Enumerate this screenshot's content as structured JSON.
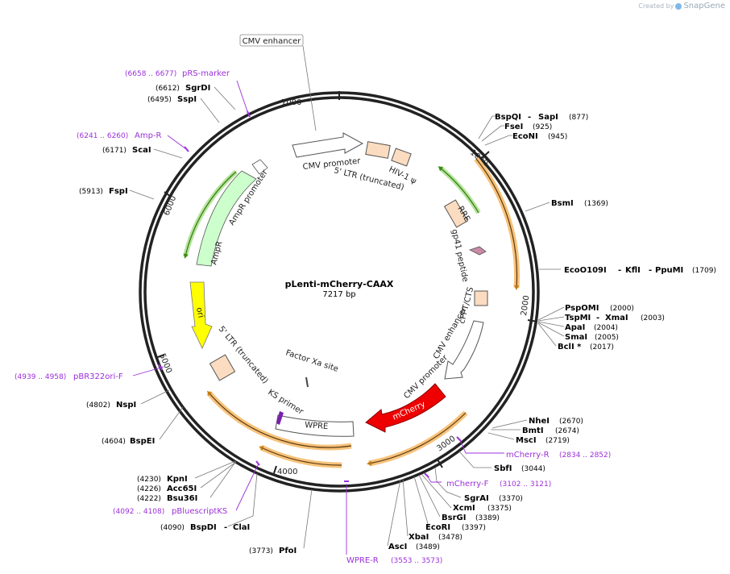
{
  "brand": {
    "prefix": "Created by",
    "name": "SnapGene"
  },
  "plasmid": {
    "name": "pLenti-mCherry-CAAX",
    "length_label": "7217 bp"
  },
  "ticks": [
    {
      "text": "1000"
    },
    {
      "text": "2000"
    },
    {
      "text": "3000"
    },
    {
      "text": "4000"
    },
    {
      "text": "5000"
    },
    {
      "text": "6000"
    },
    {
      "text": "7000"
    }
  ],
  "features": [
    {
      "text": "CMV promoter"
    },
    {
      "text": "5' LTR (truncated)"
    },
    {
      "text": "HIV-1 ψ"
    },
    {
      "text": "RRE"
    },
    {
      "text": "gp41 peptide"
    },
    {
      "text": "cPPT/CTS"
    },
    {
      "text": "CMV enhancer"
    },
    {
      "text": "CMV promoter"
    },
    {
      "text": "mCherry"
    },
    {
      "text": "WPRE"
    },
    {
      "text": "KS primer"
    },
    {
      "text": "Factor Xa site"
    },
    {
      "text": "5' LTR (truncated)"
    },
    {
      "text": "ori"
    },
    {
      "text": "AmpR"
    },
    {
      "text": "AmpR promoter"
    },
    {
      "text": "CMV enhancer"
    }
  ],
  "sites": [
    {
      "name": "BspQI",
      "sep": "-",
      "name2": "SapI",
      "pos": "(877)"
    },
    {
      "name": "FseI",
      "pos": "(925)"
    },
    {
      "name": "EcoNI",
      "pos": "(945)"
    },
    {
      "name": "BsmI",
      "pos": "(1369)"
    },
    {
      "name": "EcoO109I",
      "sep": "-",
      "name2": "KflI",
      "sep2": "-",
      "name3": "PpuMI",
      "pos": "(1709)"
    },
    {
      "name": "PspOMI",
      "pos": "(2000)"
    },
    {
      "name": "TspMI",
      "sep": "-",
      "name2": "XmaI",
      "pos": "(2003)"
    },
    {
      "name": "ApaI",
      "pos": "(2004)"
    },
    {
      "name": "SmaI",
      "pos": "(2005)"
    },
    {
      "name": "BclI *",
      "pos": "(2017)"
    },
    {
      "name": "NheI",
      "pos": "(2670)"
    },
    {
      "name": "BmtI",
      "pos": "(2674)"
    },
    {
      "name": "MscI",
      "pos": "(2719)"
    },
    {
      "name": "SbfI",
      "pos": "(3044)"
    },
    {
      "name": "SgrAI",
      "pos": "(3370)"
    },
    {
      "name": "XcmI",
      "pos": "(3375)"
    },
    {
      "name": "BsrGI",
      "pos": "(3389)"
    },
    {
      "name": "EcoRI",
      "pos": "(3397)"
    },
    {
      "name": "XbaI",
      "pos": "(3478)"
    },
    {
      "name": "AscI",
      "pos": "(3489)"
    },
    {
      "name": "PfoI",
      "pos": "(3773)"
    },
    {
      "name": "BspDI",
      "sep": "-",
      "name2": "ClaI",
      "pos": "(4090)"
    },
    {
      "name": "Bsu36I",
      "pos": "(4222)"
    },
    {
      "name": "Acc65I",
      "pos": "(4226)"
    },
    {
      "name": "KpnI",
      "pos": "(4230)"
    },
    {
      "name": "BspEI",
      "pos": "(4604)"
    },
    {
      "name": "NspI",
      "pos": "(4802)"
    },
    {
      "name": "FspI",
      "pos": "(5913)"
    },
    {
      "name": "ScaI",
      "pos": "(6171)"
    },
    {
      "name": "SspI",
      "pos": "(6495)"
    },
    {
      "name": "SgrDI",
      "pos": "(6612)"
    }
  ],
  "primers": [
    {
      "name": "mCherry-R",
      "range": "(2834 .. 2852)"
    },
    {
      "name": "mCherry-F",
      "range": "(3102 .. 3121)"
    },
    {
      "name": "WPRE-R",
      "range": "(3553 .. 3573)"
    },
    {
      "name": "pBluescriptKS",
      "range": "(4092 .. 4108)"
    },
    {
      "name": "pBR322ori-F",
      "range": "(4939 .. 4958)"
    },
    {
      "name": "Amp-R",
      "range": "(6241 .. 6260)"
    },
    {
      "name": "pRS-marker",
      "range": "(6658 .. 6677)"
    }
  ],
  "colors": {
    "backbone": "#222222",
    "primer": "#9b30d9",
    "mcherry": "#ee0000",
    "ori": "#ffff00",
    "ampr": "#ccffcc",
    "ltr_box": "#fbdcc0",
    "orf_glow": "#f7c27a"
  }
}
